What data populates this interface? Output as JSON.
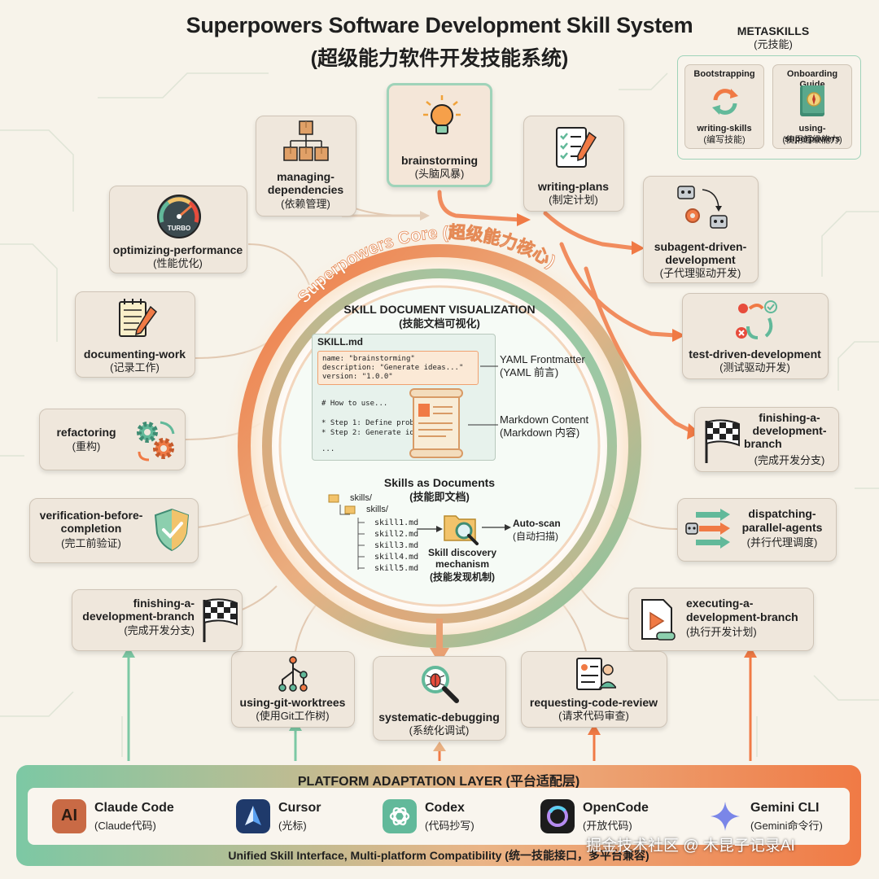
{
  "title": "Superpowers Software Development Skill System",
  "title_zh": "(超级能力软件开发技能系统)",
  "core_label": "Superpowers Core (超级能力核心)",
  "metaskills": {
    "title": "METASKILLS",
    "title_zh": "(元技能)",
    "items": [
      {
        "heading": "Bootstrapping",
        "name": "writing-skills",
        "zh": "(编写技能)",
        "icon": "refresh-cycle-icon"
      },
      {
        "heading": "Onboarding Guide",
        "name": "using-superpowers",
        "zh": "(使用超级能力)",
        "icon": "compass-book-icon"
      }
    ]
  },
  "skills": {
    "brainstorming": {
      "name": "brainstorming",
      "zh": "(头脑风暴)",
      "icon": "lightbulb-icon"
    },
    "writing_plans": {
      "name": "writing-plans",
      "zh": "(制定计划)",
      "icon": "checklist-icon"
    },
    "subagent": {
      "name": "subagent-driven-development",
      "line1": "subagent-driven-",
      "line2": "development",
      "zh": "(子代理驱动开发)",
      "icon": "robots-icon"
    },
    "tdd": {
      "name": "test-driven-development",
      "zh": "(测试驱动开发)",
      "icon": "test-cycle-icon"
    },
    "finishing_right": {
      "line1": "finishing-a-",
      "line2": "development-",
      "line3": "branch",
      "zh": "(完成开发分支)",
      "icon": "checkered-flag-icon"
    },
    "dispatching": {
      "line1": "dispatching-",
      "line2": "parallel-agents",
      "zh": "(并行代理调度)",
      "icon": "parallel-arrows-icon"
    },
    "executing": {
      "line1": "executing-a-",
      "line2": "development-branch",
      "zh": "(执行开发计划)",
      "icon": "play-document-icon"
    },
    "code_review": {
      "name": "requesting-code-review",
      "zh": "(请求代码审查)",
      "icon": "review-document-icon"
    },
    "debugging": {
      "name": "systematic-debugging",
      "zh": "(系统化调试)",
      "icon": "bug-magnifier-icon"
    },
    "worktrees": {
      "name": "using-git-worktrees",
      "zh": "(使用Git工作树)",
      "icon": "git-tree-icon"
    },
    "finishing_left": {
      "line1": "finishing-a-",
      "line2": "development-branch",
      "zh": "(完成开发分支)",
      "icon": "checkered-flag-icon"
    },
    "verification": {
      "line1": "verification-before-",
      "line2": "completion",
      "zh": "(完工前验证)",
      "icon": "shield-check-icon"
    },
    "refactoring": {
      "name": "refactoring",
      "zh": "(重构)",
      "icon": "gears-icon"
    },
    "documenting": {
      "name": "documenting-work",
      "zh": "(记录工作)",
      "icon": "notepad-pen-icon"
    },
    "optimizing": {
      "name": "optimizing-performance",
      "zh": "(性能优化)",
      "icon": "gauge-icon",
      "gauge_text": "TURBO"
    },
    "dependencies": {
      "line1": "managing-",
      "line2": "dependencies",
      "zh": "(依赖管理)",
      "icon": "boxes-tree-icon"
    }
  },
  "core": {
    "viz_title": "SKILL DOCUMENT VISUALIZATION",
    "viz_title_zh": "(技能文档可视化)",
    "file_tab": "SKILL.md",
    "frontmatter": [
      "name: \"brainstorming\"",
      "description: \"Generate ideas...\"",
      "version: \"1.0.0\""
    ],
    "markdown": [
      "# How to use...",
      "* Step 1: Define prob",
      "* Step 2: Generate id",
      "..."
    ],
    "yaml_label": "YAML Frontmatter",
    "yaml_label_zh": "(YAML 前言)",
    "md_label": "Markdown Content",
    "md_label_zh": "(Markdown 内容)",
    "docs_title": "Skills as Documents",
    "docs_title_zh": "(技能即文档)",
    "tree": [
      "skills/",
      "skills/",
      "skill1.md",
      "skill2.md",
      "skill3.md",
      "skill4.md",
      "skill5.md"
    ],
    "discovery": "Skill discovery",
    "discovery2": "mechanism",
    "discovery_zh": "(技能发现机制)",
    "autoscan": "Auto-scan",
    "autoscan_zh": "(自动扫描)"
  },
  "platform": {
    "title": "PLATFORM ADAPTATION LAYER (平台适配层)",
    "footer": "Unified Skill Interface, Multi-platform Compatibility (统一技能接口，多平台兼容)",
    "items": [
      {
        "name": "Claude Code",
        "zh": "(Claude代码)",
        "icon": "claude-logo-icon",
        "glyph": "AI",
        "color": "#c96a45"
      },
      {
        "name": "Cursor",
        "zh": "(光标)",
        "icon": "cursor-logo-icon",
        "color": "#1f3a6b"
      },
      {
        "name": "Codex",
        "zh": "(代码抄写)",
        "icon": "openai-logo-icon",
        "color": "#62b99a"
      },
      {
        "name": "OpenCode",
        "zh": "(开放代码)",
        "icon": "opencode-logo-icon",
        "color": "#1c1c1c"
      },
      {
        "name": "Gemini CLI",
        "zh": "(Gemini命令行)",
        "icon": "gemini-star-icon",
        "color": "#7a86e8"
      }
    ]
  },
  "watermark": "掘金技术社区 @ 木昆子记录AI",
  "colors": {
    "accent_orange": "#f07a45",
    "accent_green": "#7cc8a4",
    "card_bg": "#efe7dc",
    "circuit": "#d4dccb"
  }
}
